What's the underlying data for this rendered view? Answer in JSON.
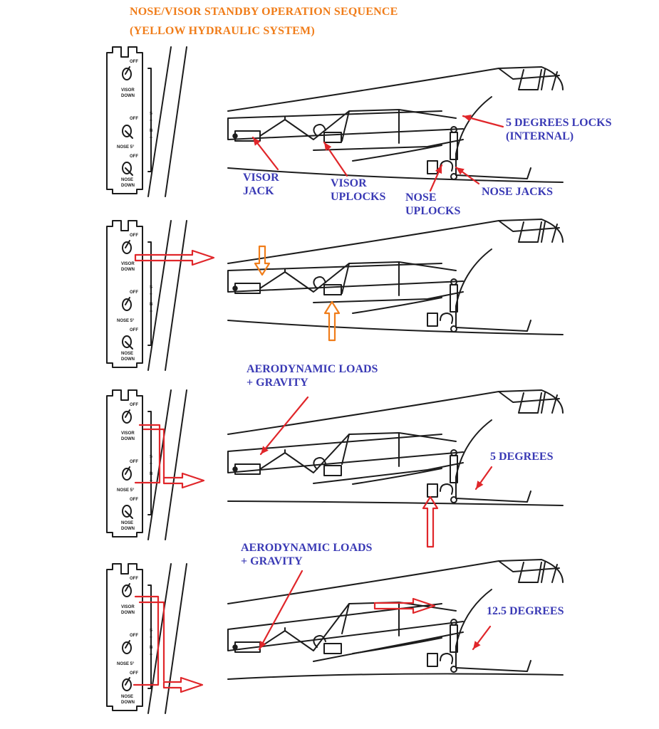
{
  "title": {
    "line1": "NOSE/VISOR STANDBY OPERATION SEQUENCE",
    "line2": "(YELLOW HYDRAULIC SYSTEM)"
  },
  "colors": {
    "title": "#f07d1a",
    "labels": "#3a3ab5",
    "arrows": "#e0262a",
    "ink": "#1c1c1c"
  },
  "panel_text": {
    "off": "OFF",
    "visor_down_1": "VISOR",
    "visor_down_2": "DOWN",
    "nose5": "NOSE 5°",
    "nose_down_1": "NOSE",
    "nose_down_2": "DOWN",
    "stby": "STBY"
  },
  "stages": [
    {
      "labels": {
        "visor_jack": "VISOR\nJACK",
        "visor_uplocks": "VISOR\nUPLOCKS",
        "five_deg_locks": "5 DEGREES LOCKS\n(INTERNAL)",
        "nose_uplocks": "NOSE\nUPLOCKS",
        "nose_jacks": "NOSE JACKS"
      }
    },
    {
      "labels": {}
    },
    {
      "labels": {
        "aero": "AERODYNAMIC LOADS\n+ GRAVITY",
        "angle": "5 DEGREES"
      }
    },
    {
      "labels": {
        "aero": "AERODYNAMIC LOADS\n+ GRAVITY",
        "angle": "12.5 DEGREES"
      }
    }
  ]
}
